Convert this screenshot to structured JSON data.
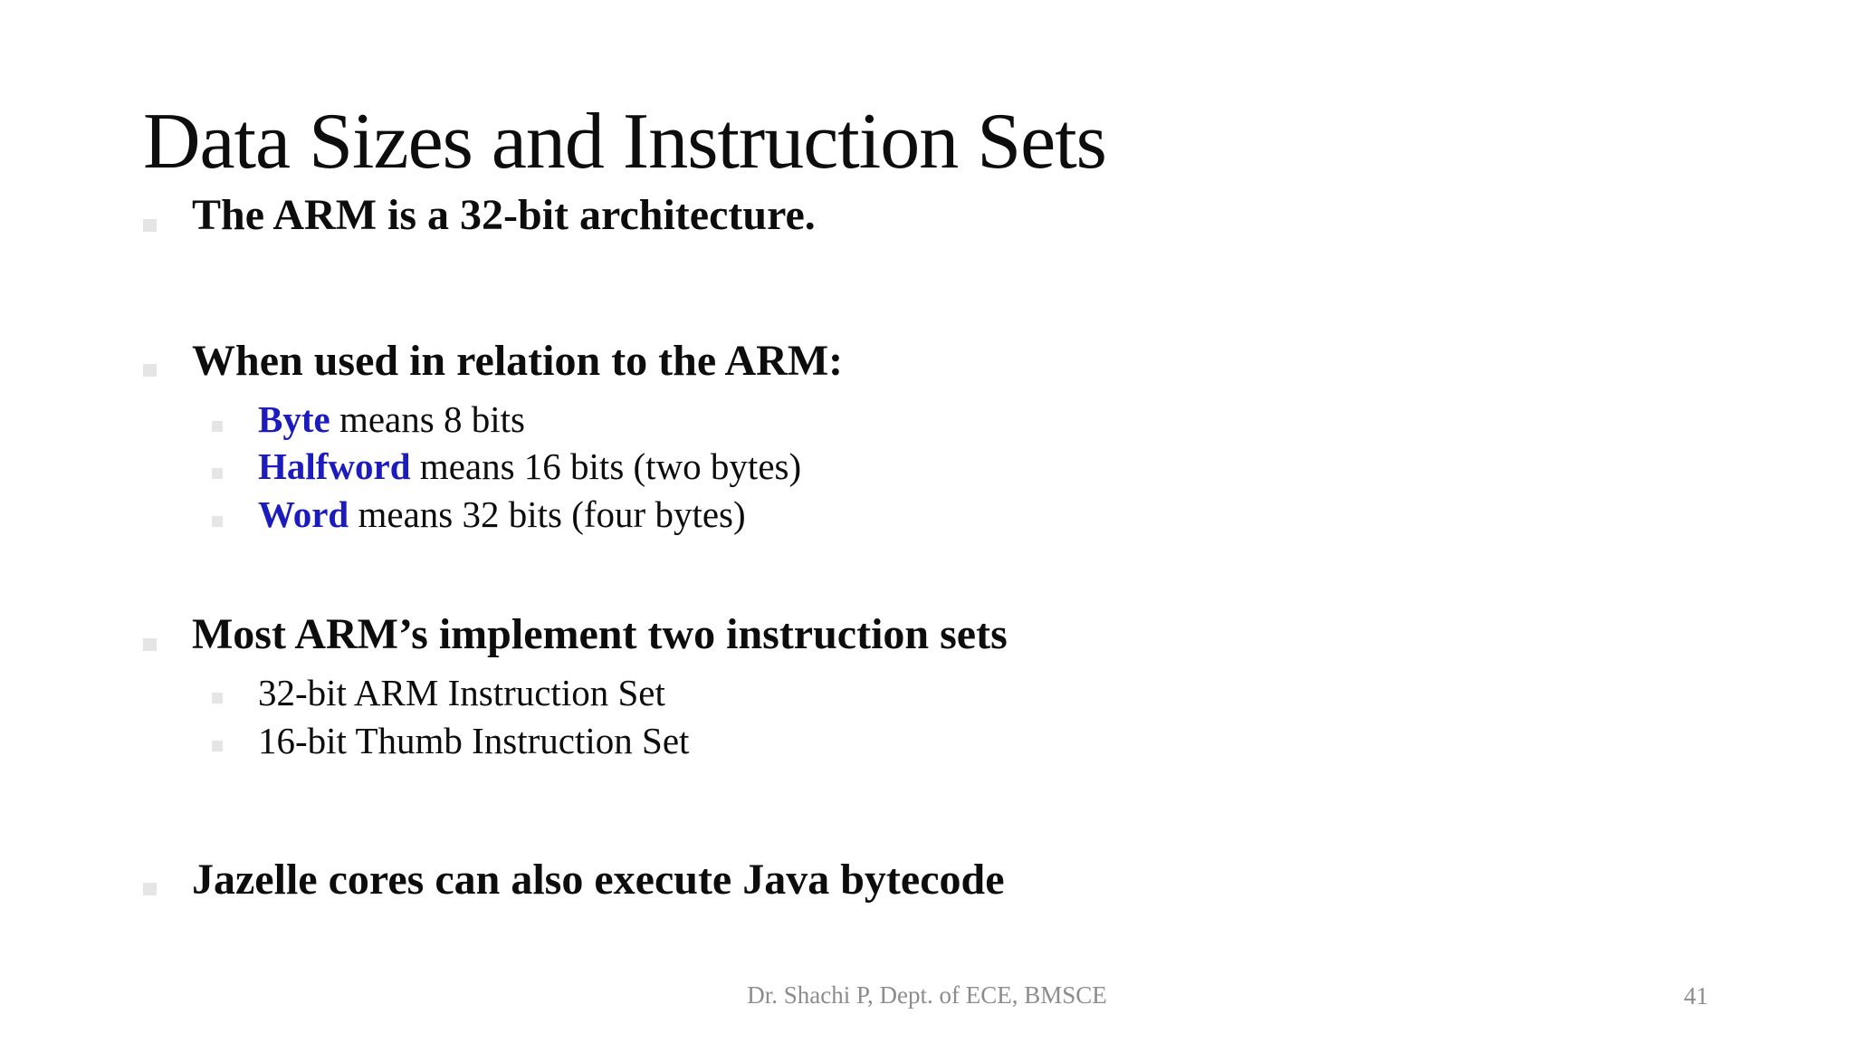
{
  "slide": {
    "title": "Data Sizes and Instruction Sets",
    "lines": [
      {
        "text": "The ARM is a 32-bit architecture."
      },
      {
        "text": "When used in relation to the ARM:"
      },
      {
        "term": "Byte",
        "rest": " means 8 bits"
      },
      {
        "term": "Halfword",
        "rest": " means 16 bits (two bytes)"
      },
      {
        "term": "Word",
        "rest": " means 32 bits (four bytes)"
      },
      {
        "text": "Most ARM’s implement two instruction sets"
      },
      {
        "text": "32-bit ARM Instruction Set"
      },
      {
        "text": "16-bit Thumb Instruction Set"
      },
      {
        "text": "Jazelle cores can also execute Java bytecode"
      }
    ],
    "footer": {
      "credit": "Dr. Shachi P, Dept. of ECE, BMSCE",
      "page_number": "41"
    },
    "colors": {
      "text": "#0d0d0d",
      "accent_blue": "#1c1cbe",
      "bullet_marker": "#e5e5e5",
      "footer_text": "#8c8c8c"
    }
  }
}
